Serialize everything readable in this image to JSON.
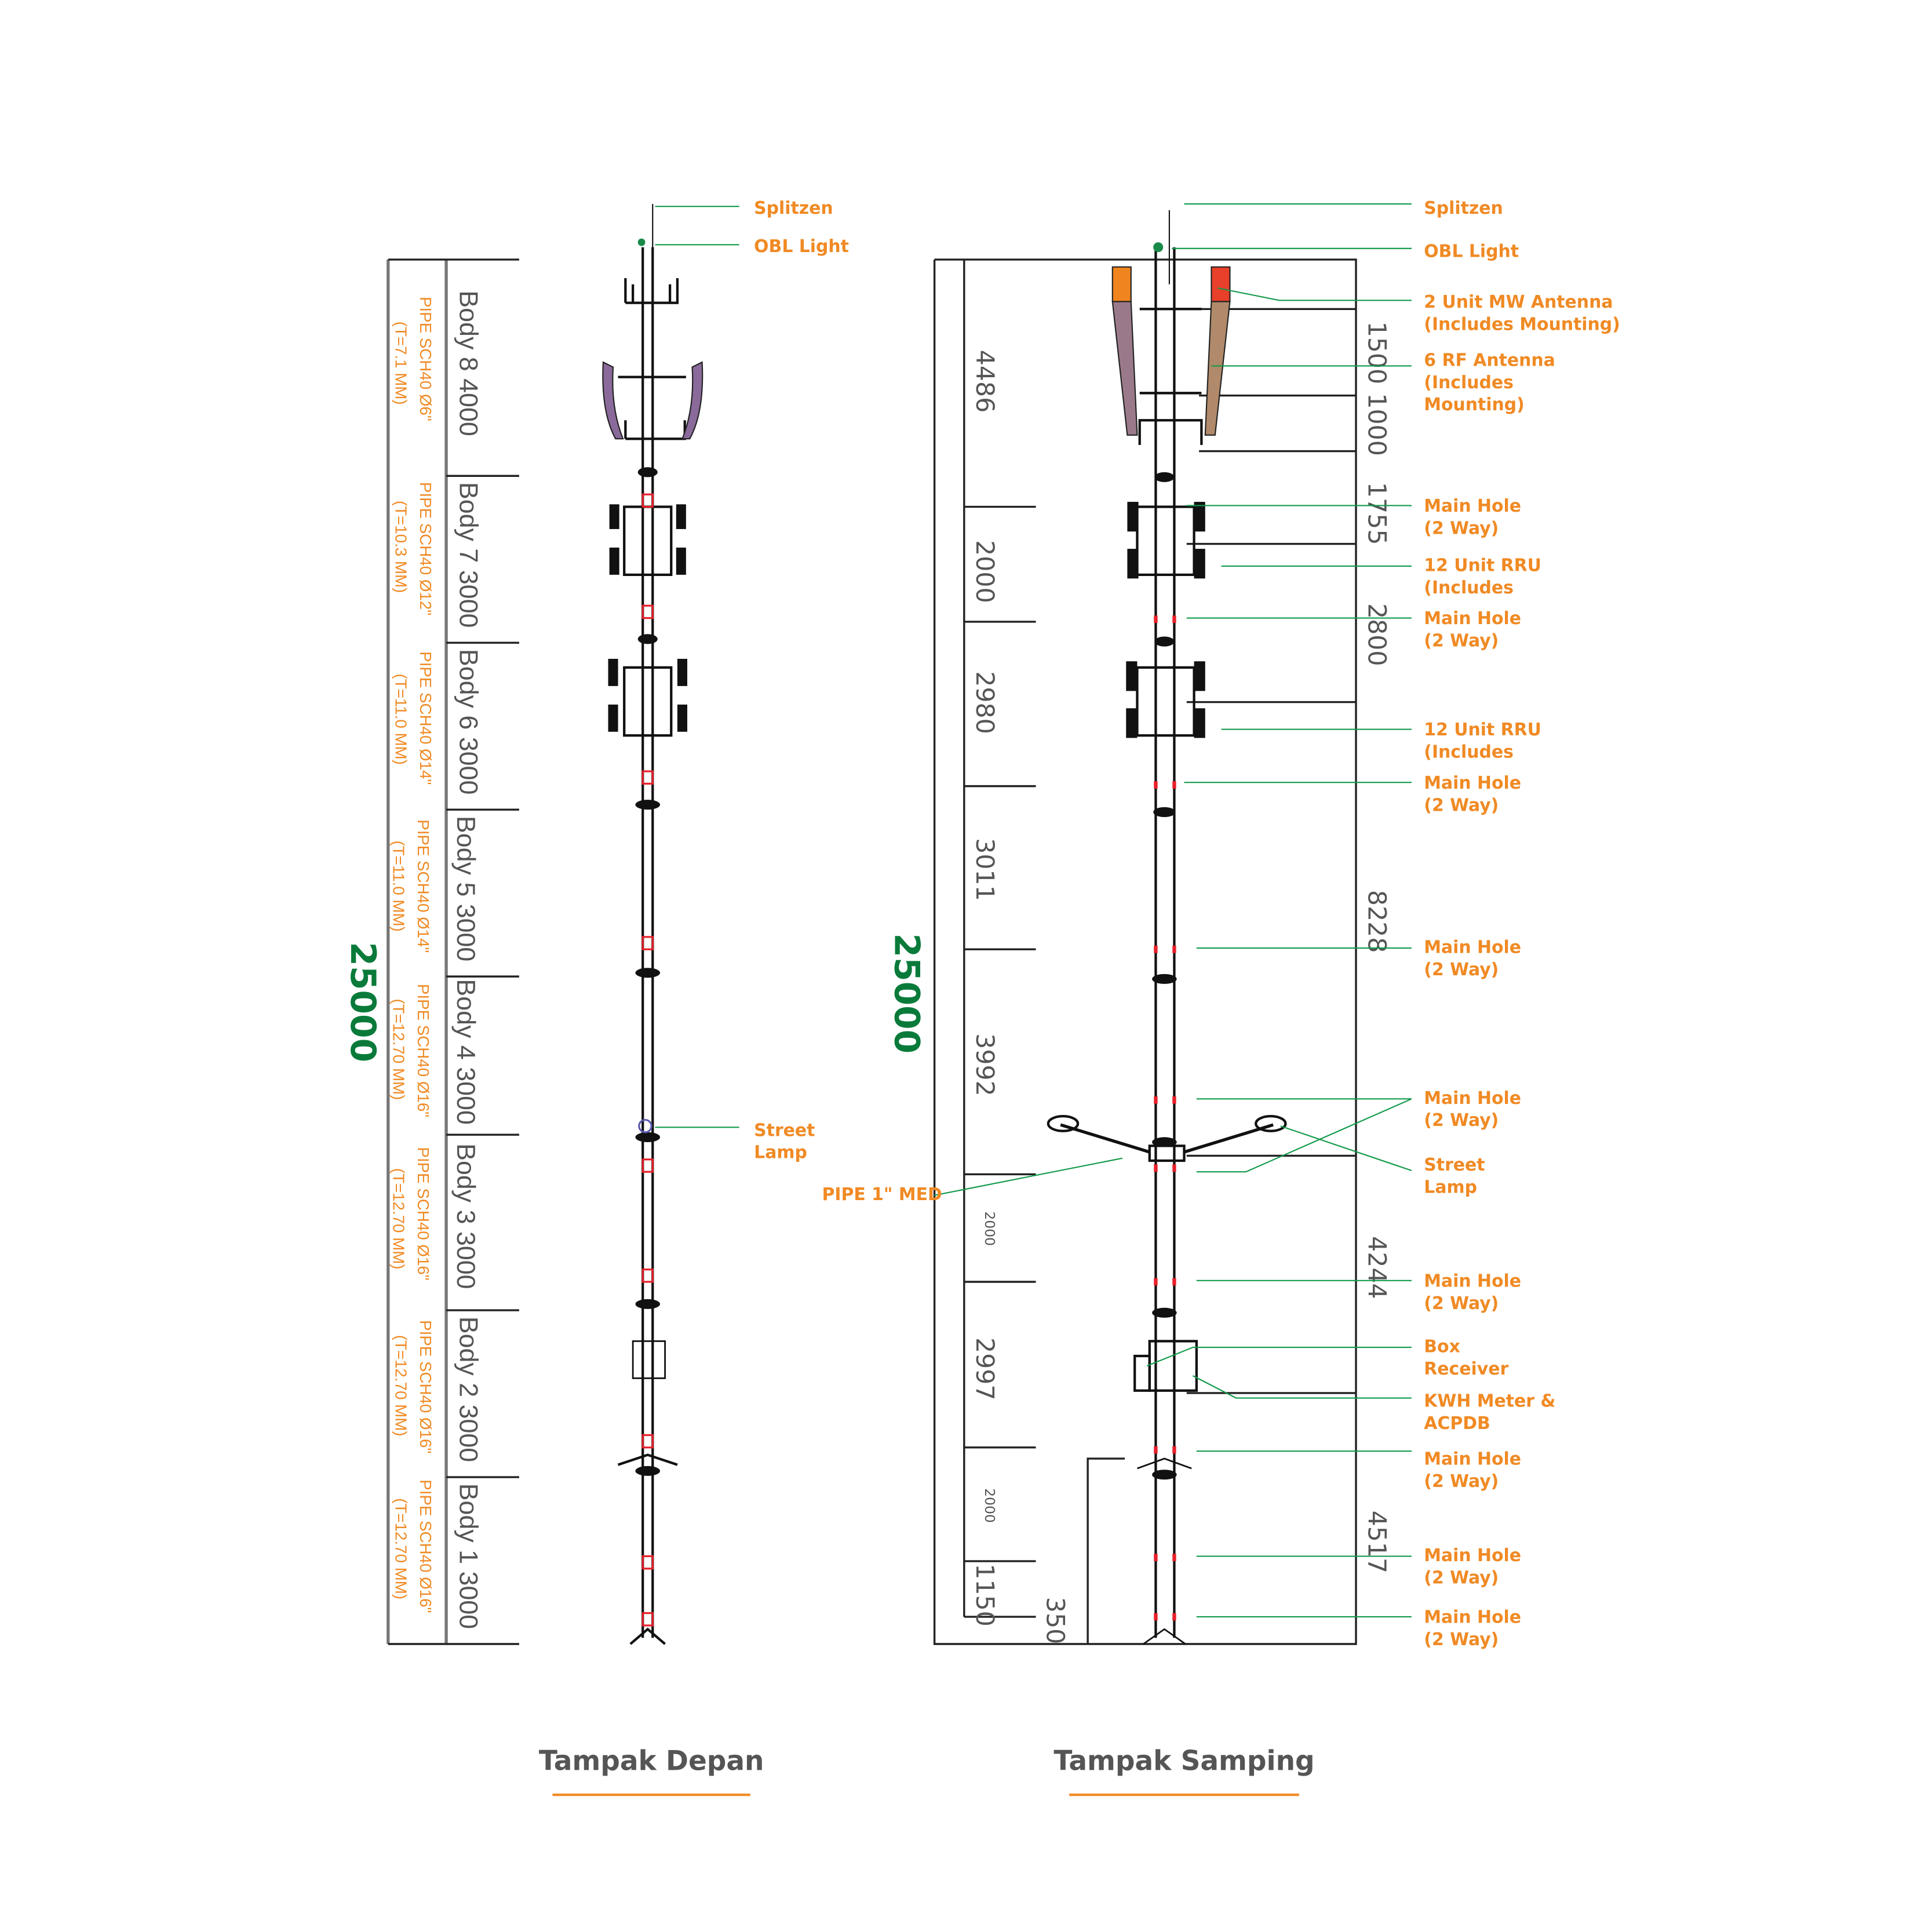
{
  "front_view": {
    "title": "Tampak Depan",
    "total_height": "25000",
    "bodies": [
      {
        "label": "Body 8 4000",
        "pipe": "PIPE SCH40 Ø6\"",
        "thickness": "(T=7.1 MM)"
      },
      {
        "label": "Body 7 3000",
        "pipe": "PIPE SCH40 Ø12\"",
        "thickness": "(T=10.3 MM)"
      },
      {
        "label": "Body 6 3000",
        "pipe": "PIPE SCH40 Ø14\"",
        "thickness": "(T=11.0 MM)"
      },
      {
        "label": "Body 5 3000",
        "pipe": "PIPE SCH40 Ø14\"",
        "thickness": "(T=11.0 MM)"
      },
      {
        "label": "Body 4 3000",
        "pipe": "PIPE SCH40 Ø16\"",
        "thickness": "(T=12.70 MM)"
      },
      {
        "label": "Body 3 3000",
        "pipe": "PIPE SCH40 Ø16\"",
        "thickness": "(T=12.70 MM)"
      },
      {
        "label": "Body 2 3000",
        "pipe": "PIPE SCH40 Ø16\"",
        "thickness": "(T=12.70 MM)"
      },
      {
        "label": "Body 1 3000",
        "pipe": "PIPE SCH40 Ø16\"",
        "thickness": "(T=12.70 MM)"
      }
    ],
    "callouts": {
      "splitzen": "Splitzen",
      "obl": "OBL Light",
      "lamp1": "Street",
      "lamp2": "Lamp"
    }
  },
  "side_view": {
    "title": "Tampak Samping",
    "total_height": "25000",
    "left_dims": [
      "4486",
      "2000",
      "2980",
      "3011",
      "3992",
      "2000",
      "2997",
      "2000",
      "1150"
    ],
    "base_dim": "350",
    "right_dims": [
      "1500",
      "1000",
      "1755",
      "2800",
      "8228",
      "4244",
      "4517"
    ],
    "pipe_label": "PIPE 1\" MED",
    "callouts": [
      [
        "Splitzen"
      ],
      [
        "OBL Light"
      ],
      [
        "2 Unit MW Antenna",
        "(Includes Mounting)"
      ],
      [
        "6 RF Antenna",
        "(Includes",
        "Mounting)"
      ],
      [
        "Main Hole",
        "(2 Way)"
      ],
      [
        "12 Unit RRU",
        "(Includes"
      ],
      [
        "Main Hole",
        "(2 Way)"
      ],
      [
        "12 Unit RRU",
        "(Includes"
      ],
      [
        "Main Hole",
        "(2 Way)"
      ],
      [
        "Main Hole",
        "(2 Way)"
      ],
      [
        "Main Hole",
        "(2 Way)"
      ],
      [
        "Street",
        "Lamp"
      ],
      [
        "Main Hole",
        "(2 Way)"
      ],
      [
        "Box",
        "Receiver"
      ],
      [
        "KWH Meter &",
        "ACPDB"
      ],
      [
        "Main Hole",
        "(2 Way)"
      ],
      [
        "Main Hole",
        "(2 Way)"
      ],
      [
        "Main Hole",
        "(2 Way)"
      ]
    ]
  },
  "colors": {
    "accent": "#f08a24",
    "dimension_green": "#0a7a3a",
    "leader": "#129a4a",
    "hole": "#e8202a"
  }
}
